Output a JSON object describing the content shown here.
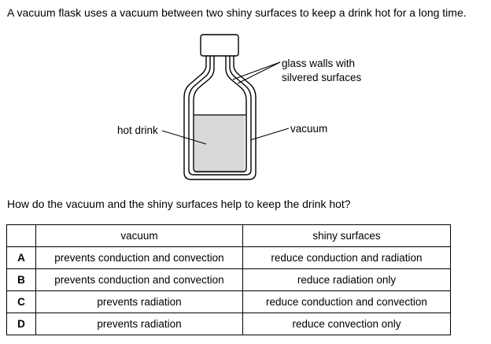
{
  "question": {
    "intro": "A vacuum flask uses a vacuum between two shiny surfaces to keep a drink hot for a long time.",
    "prompt": "How do the vacuum and the shiny surfaces help to keep the drink hot?"
  },
  "diagram": {
    "labels": {
      "glass_walls_line1": "glass walls with",
      "glass_walls_line2": "silvered surfaces",
      "hot_drink": "hot drink",
      "vacuum": "vacuum"
    }
  },
  "table": {
    "headers": [
      "",
      "vacuum",
      "shiny surfaces"
    ],
    "rows": [
      {
        "key": "A",
        "vacuum": "prevents conduction and convection",
        "shiny": "reduce conduction and radiation"
      },
      {
        "key": "B",
        "vacuum": "prevents conduction and convection",
        "shiny": "reduce radiation only"
      },
      {
        "key": "C",
        "vacuum": "prevents radiation",
        "shiny": "reduce conduction and convection"
      },
      {
        "key": "D",
        "vacuum": "prevents radiation",
        "shiny": "reduce convection only"
      }
    ]
  }
}
